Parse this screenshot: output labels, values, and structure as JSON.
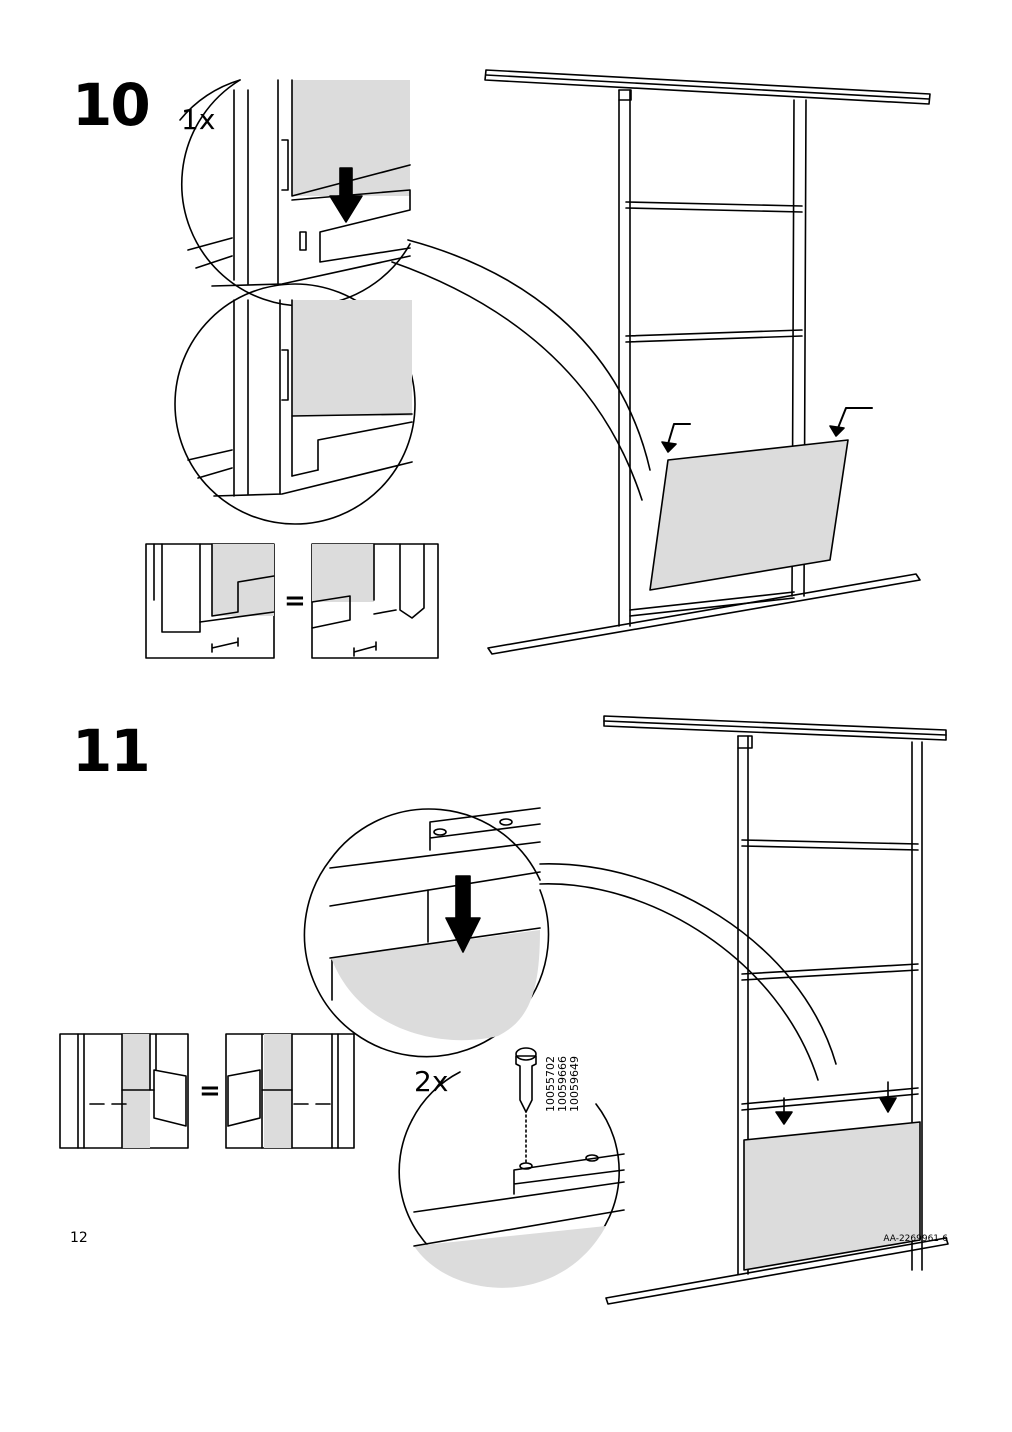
{
  "steps": [
    {
      "number": "10",
      "quantity": "1x"
    },
    {
      "number": "11",
      "quantity": "2x",
      "part_numbers": [
        "10055702",
        "10059666",
        "10059649"
      ]
    }
  ],
  "equals_sign": "=",
  "footer": {
    "page_number": "12",
    "document_code": "AA-2269961-6"
  },
  "colors": {
    "panel_fill": "#dcdcdc",
    "line": "#000000",
    "background": "#ffffff"
  }
}
